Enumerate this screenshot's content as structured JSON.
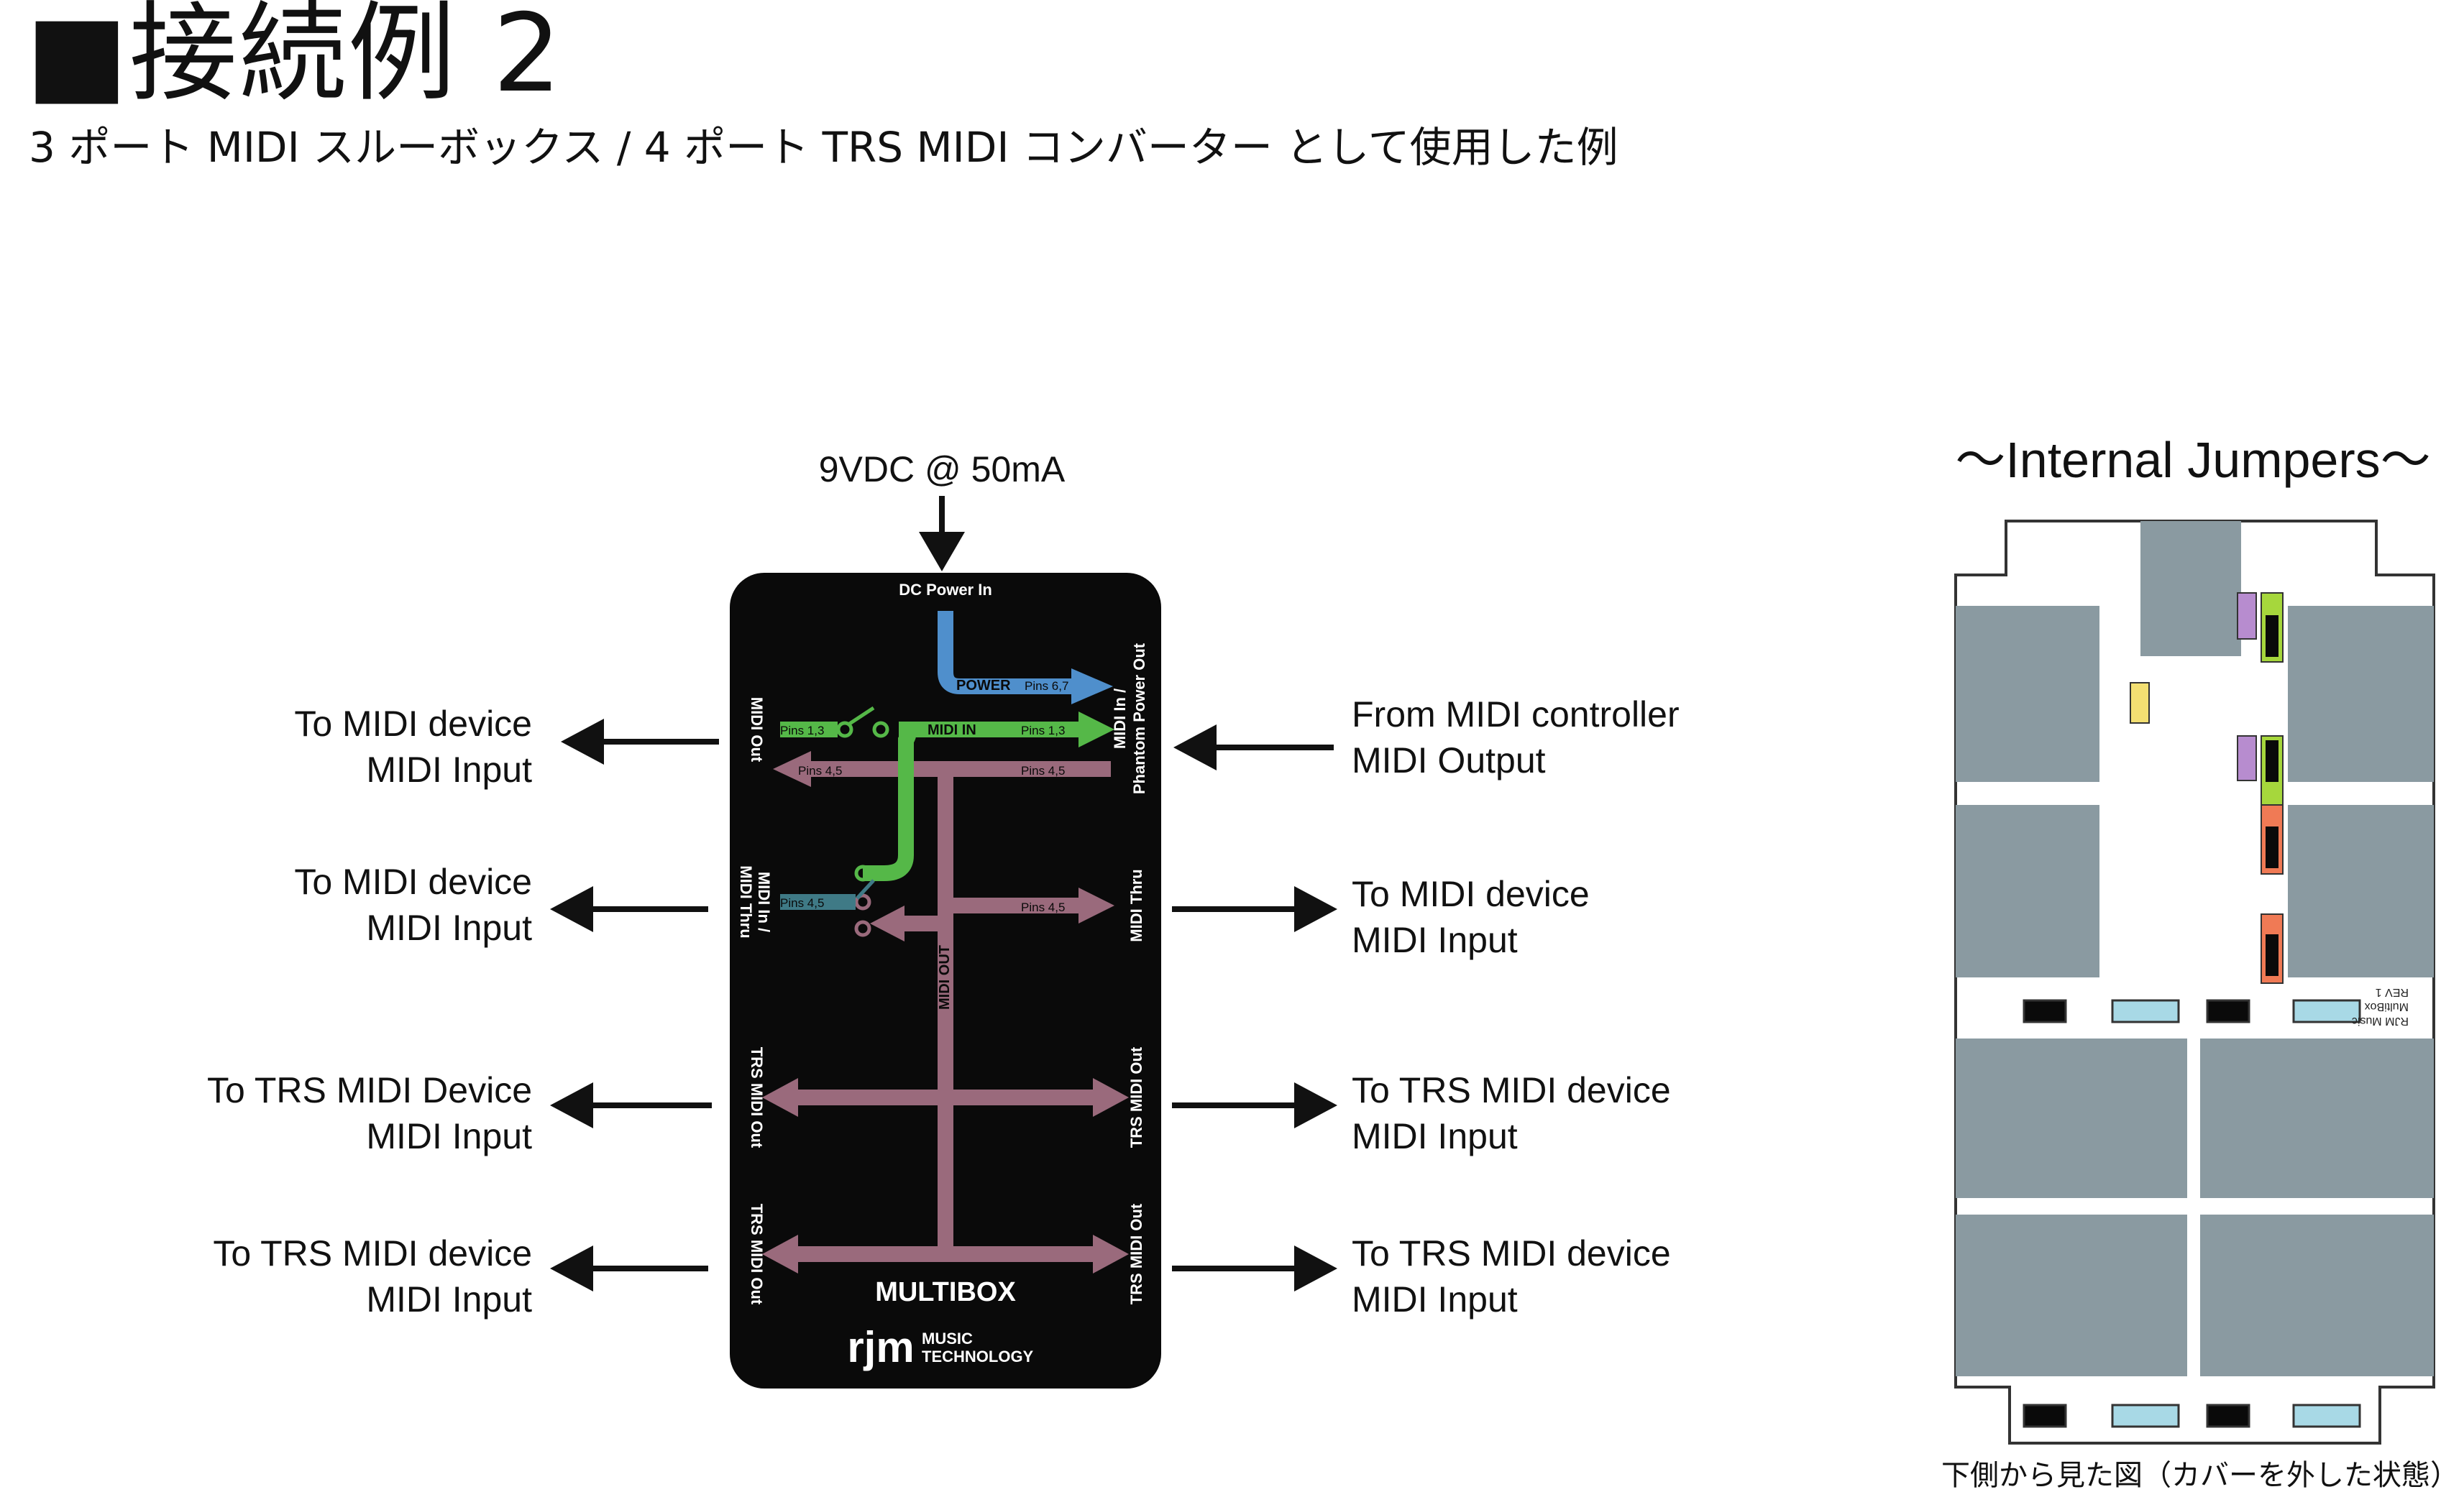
{
  "header": {
    "title": "■接続例 2",
    "subtitle": "3 ポート MIDI スルーボックス / 4 ポート TRS MIDI コンバーター として使用した例"
  },
  "power_label": "9VDC @ 50mA",
  "left_labels": [
    {
      "line1": "To MIDI device",
      "line2": "MIDI Input"
    },
    {
      "line1": "To MIDI device",
      "line2": "MIDI Input"
    },
    {
      "line1": "To TRS MIDI Device",
      "line2": "MIDI Input"
    },
    {
      "line1": "To TRS MIDI device",
      "line2": "MIDI Input"
    }
  ],
  "right_labels": [
    {
      "line1": "From MIDI controller",
      "line2": "MIDI Output"
    },
    {
      "line1": "To MIDI device",
      "line2": "MIDI Input"
    },
    {
      "line1": "To TRS MIDI device",
      "line2": "MIDI Input"
    },
    {
      "line1": "To TRS MIDI device",
      "line2": "MIDI Input"
    }
  ],
  "device": {
    "dc_power_in": "DC Power In",
    "power": "POWER",
    "pins_67": "Pins 6,7",
    "pins_13_left": "Pins 1,3",
    "pins_13_right": "Pins 1,3",
    "midi_in": "MIDI IN",
    "pins_45_top_left": "Pins 4,5",
    "pins_45_top_right": "Pins 4,5",
    "pins_45_mid_left": "Pins 4,5",
    "pins_45_mid_right": "Pins 4,5",
    "midi_out_vertical": "MIDI OUT",
    "port_midi_out": "MIDI Out",
    "port_midi_in_thru_1": "MIDI In /",
    "port_midi_in_thru_2": "MIDI Thru",
    "port_trs_out_l1": "TRS MIDI Out",
    "port_trs_out_l2": "TRS MIDI Out",
    "port_midi_in_power_1": "MIDI In /",
    "port_midi_in_power_2": "Phantom Power Out",
    "port_midi_thru": "MIDI Thru",
    "port_trs_out_r1": "TRS MIDI Out",
    "port_trs_out_r2": "TRS MIDI Out",
    "brand": "MULTIBOX",
    "logo_text": "rjm",
    "maker_line1": "MUSIC",
    "maker_line2": "TECHNOLOGY"
  },
  "jumpers": {
    "title": "〜Internal Jumpers〜",
    "caption": "下側から見た図（カバーを外した状態）",
    "board_text_1": "RJM Music",
    "board_text_2": "MultiBox",
    "board_text_3": "REV 1"
  },
  "colors": {
    "device_body": "#0a0a0a",
    "power_blue": "#4f8fcc",
    "midi_in_green": "#55b848",
    "midi_out_mauve": "#9a6a7c",
    "pin_teal": "#3f7a86",
    "pad_gray": "#8a9aa1",
    "jumper_purple": "#b78ccf",
    "jumper_green": "#a6d73c",
    "jumper_orange": "#f07a55",
    "jumper_yellow": "#f3df72",
    "jumper_blue": "#a8d9e6"
  }
}
